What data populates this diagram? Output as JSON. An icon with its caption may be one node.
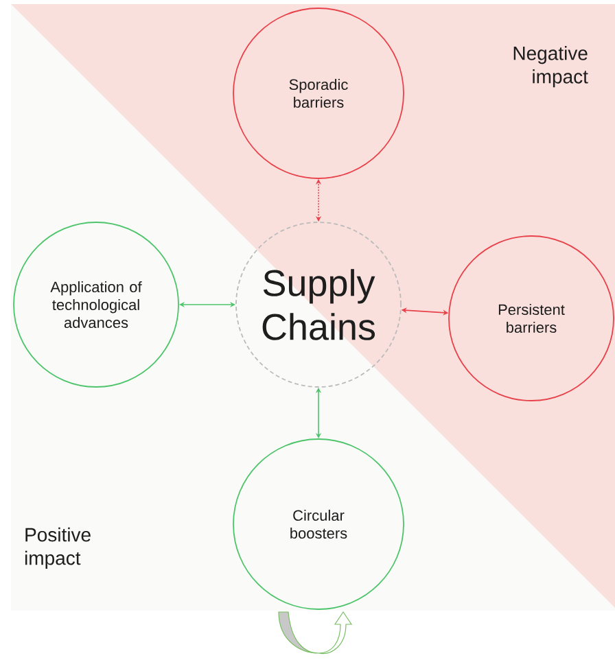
{
  "diagram": {
    "nodes": [
      {
        "text": [
          "Sporadic barriers"
        ]
      },
      {
        "text": [
          "Application of technological advances"
        ]
      },
      {
        "text": [
          "Supply Chains"
        ]
      },
      {
        "text": [
          "Persistent barriers"
        ]
      },
      {
        "text": [
          "Circular boosters"
        ]
      }
    ],
    "edges": [
      {
        "from": 2,
        "to": 0,
        "arrow": "both",
        "style": "dashed",
        "color": "#e8414a"
      },
      {
        "from": 2,
        "to": 3,
        "arrow": "both",
        "color": "#e8414a"
      },
      {
        "from": 2,
        "to": 1,
        "arrow": "both",
        "color": "#4cc46a"
      },
      {
        "from": 2,
        "to": 4,
        "arrow": "both",
        "color": "#4cc46a"
      }
    ],
    "labels": [
      "Negative impact",
      "Positive impact"
    ]
  }
}
